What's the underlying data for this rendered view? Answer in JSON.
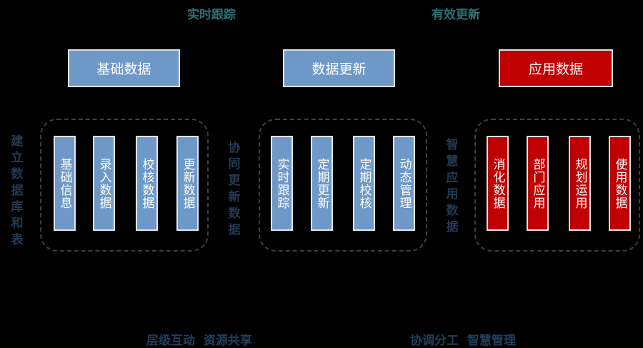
{
  "top": {
    "left": "实时跟踪",
    "right": "有效更新"
  },
  "bottom": {
    "left": "层级互动   资源共享",
    "right": "协调分工   智慧管理"
  },
  "colors": {
    "blue": "#6e98c7",
    "red": "#c00000",
    "background": "#000000"
  },
  "sections": [
    {
      "header": "基础数据",
      "side_label": "建立数据库和表",
      "items": [
        "基础信息",
        "录入数据",
        "校核数据",
        "更新数据"
      ]
    },
    {
      "header": "数据更新",
      "side_label": "协同更新数据",
      "items": [
        "实时跟踪",
        "定期更新",
        "定期校核",
        "动态管理"
      ]
    },
    {
      "header": "应用数据",
      "side_label": "智慧应用数据",
      "items": [
        "消化数据",
        "部门应用",
        "规划运用",
        "使用数据"
      ]
    }
  ]
}
